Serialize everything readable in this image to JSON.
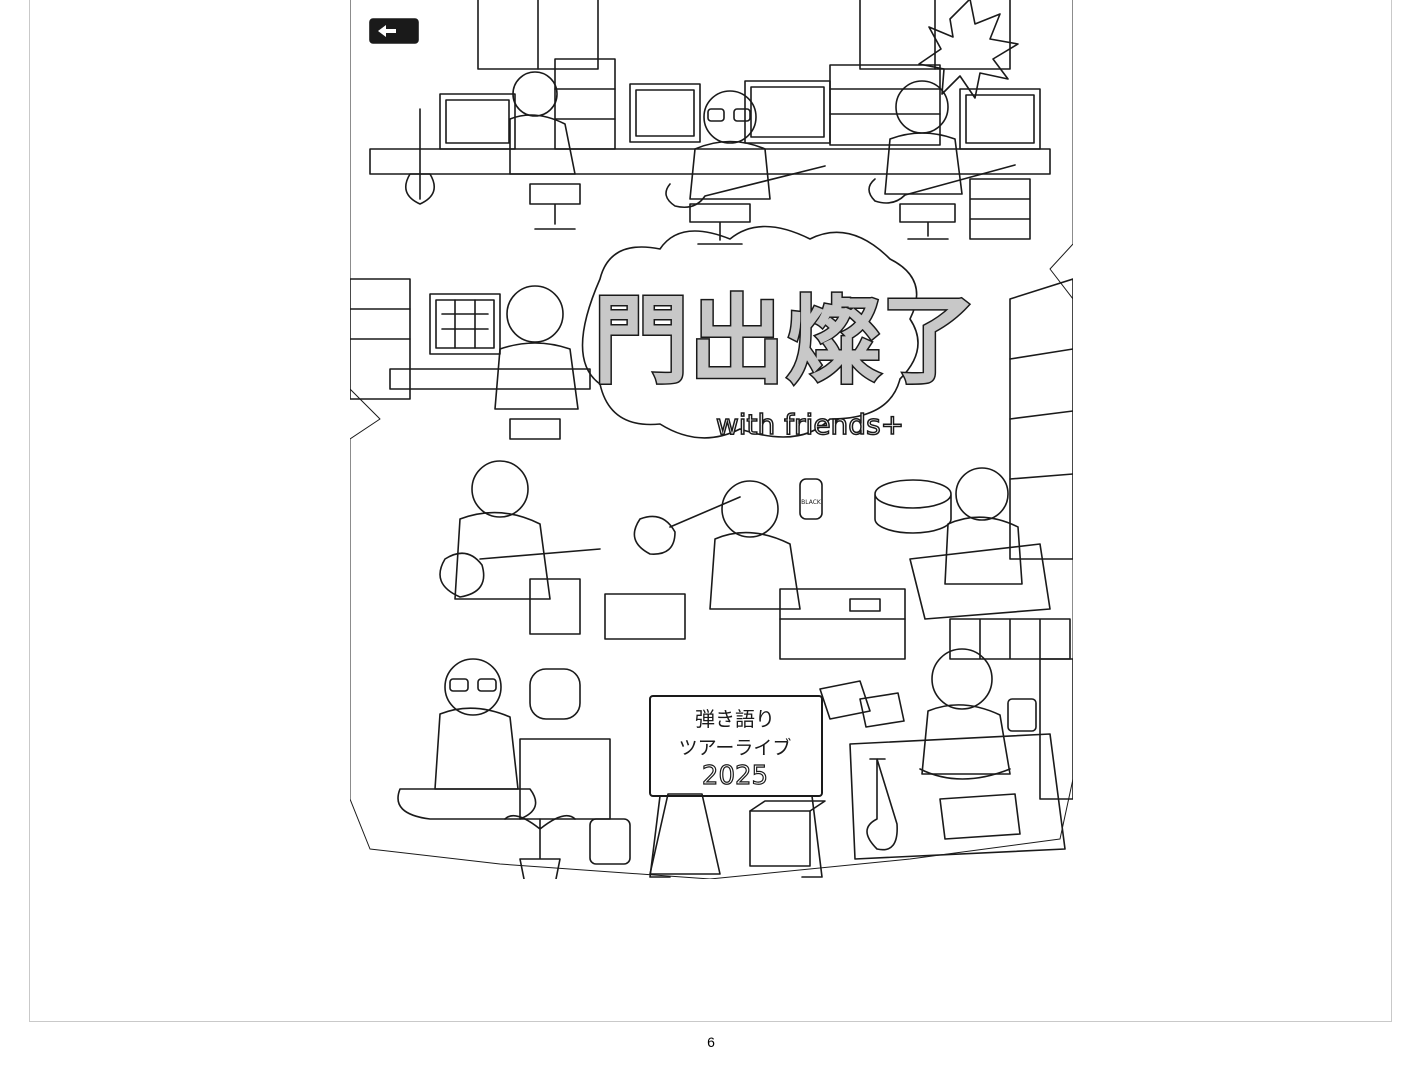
{
  "artwork": {
    "logo_text": "門出燦了",
    "with_friends": "with friends+",
    "whiteboard_lines": [
      "弾き語り",
      "ツアーライブ",
      "2025"
    ],
    "monitor_sticker": "BLACK"
  },
  "footer": {
    "page_number": "6"
  },
  "colors": {
    "line": "#1a1a1a",
    "logo_fill": "#c8c8c8",
    "frame_border": "#c9c9c9"
  }
}
